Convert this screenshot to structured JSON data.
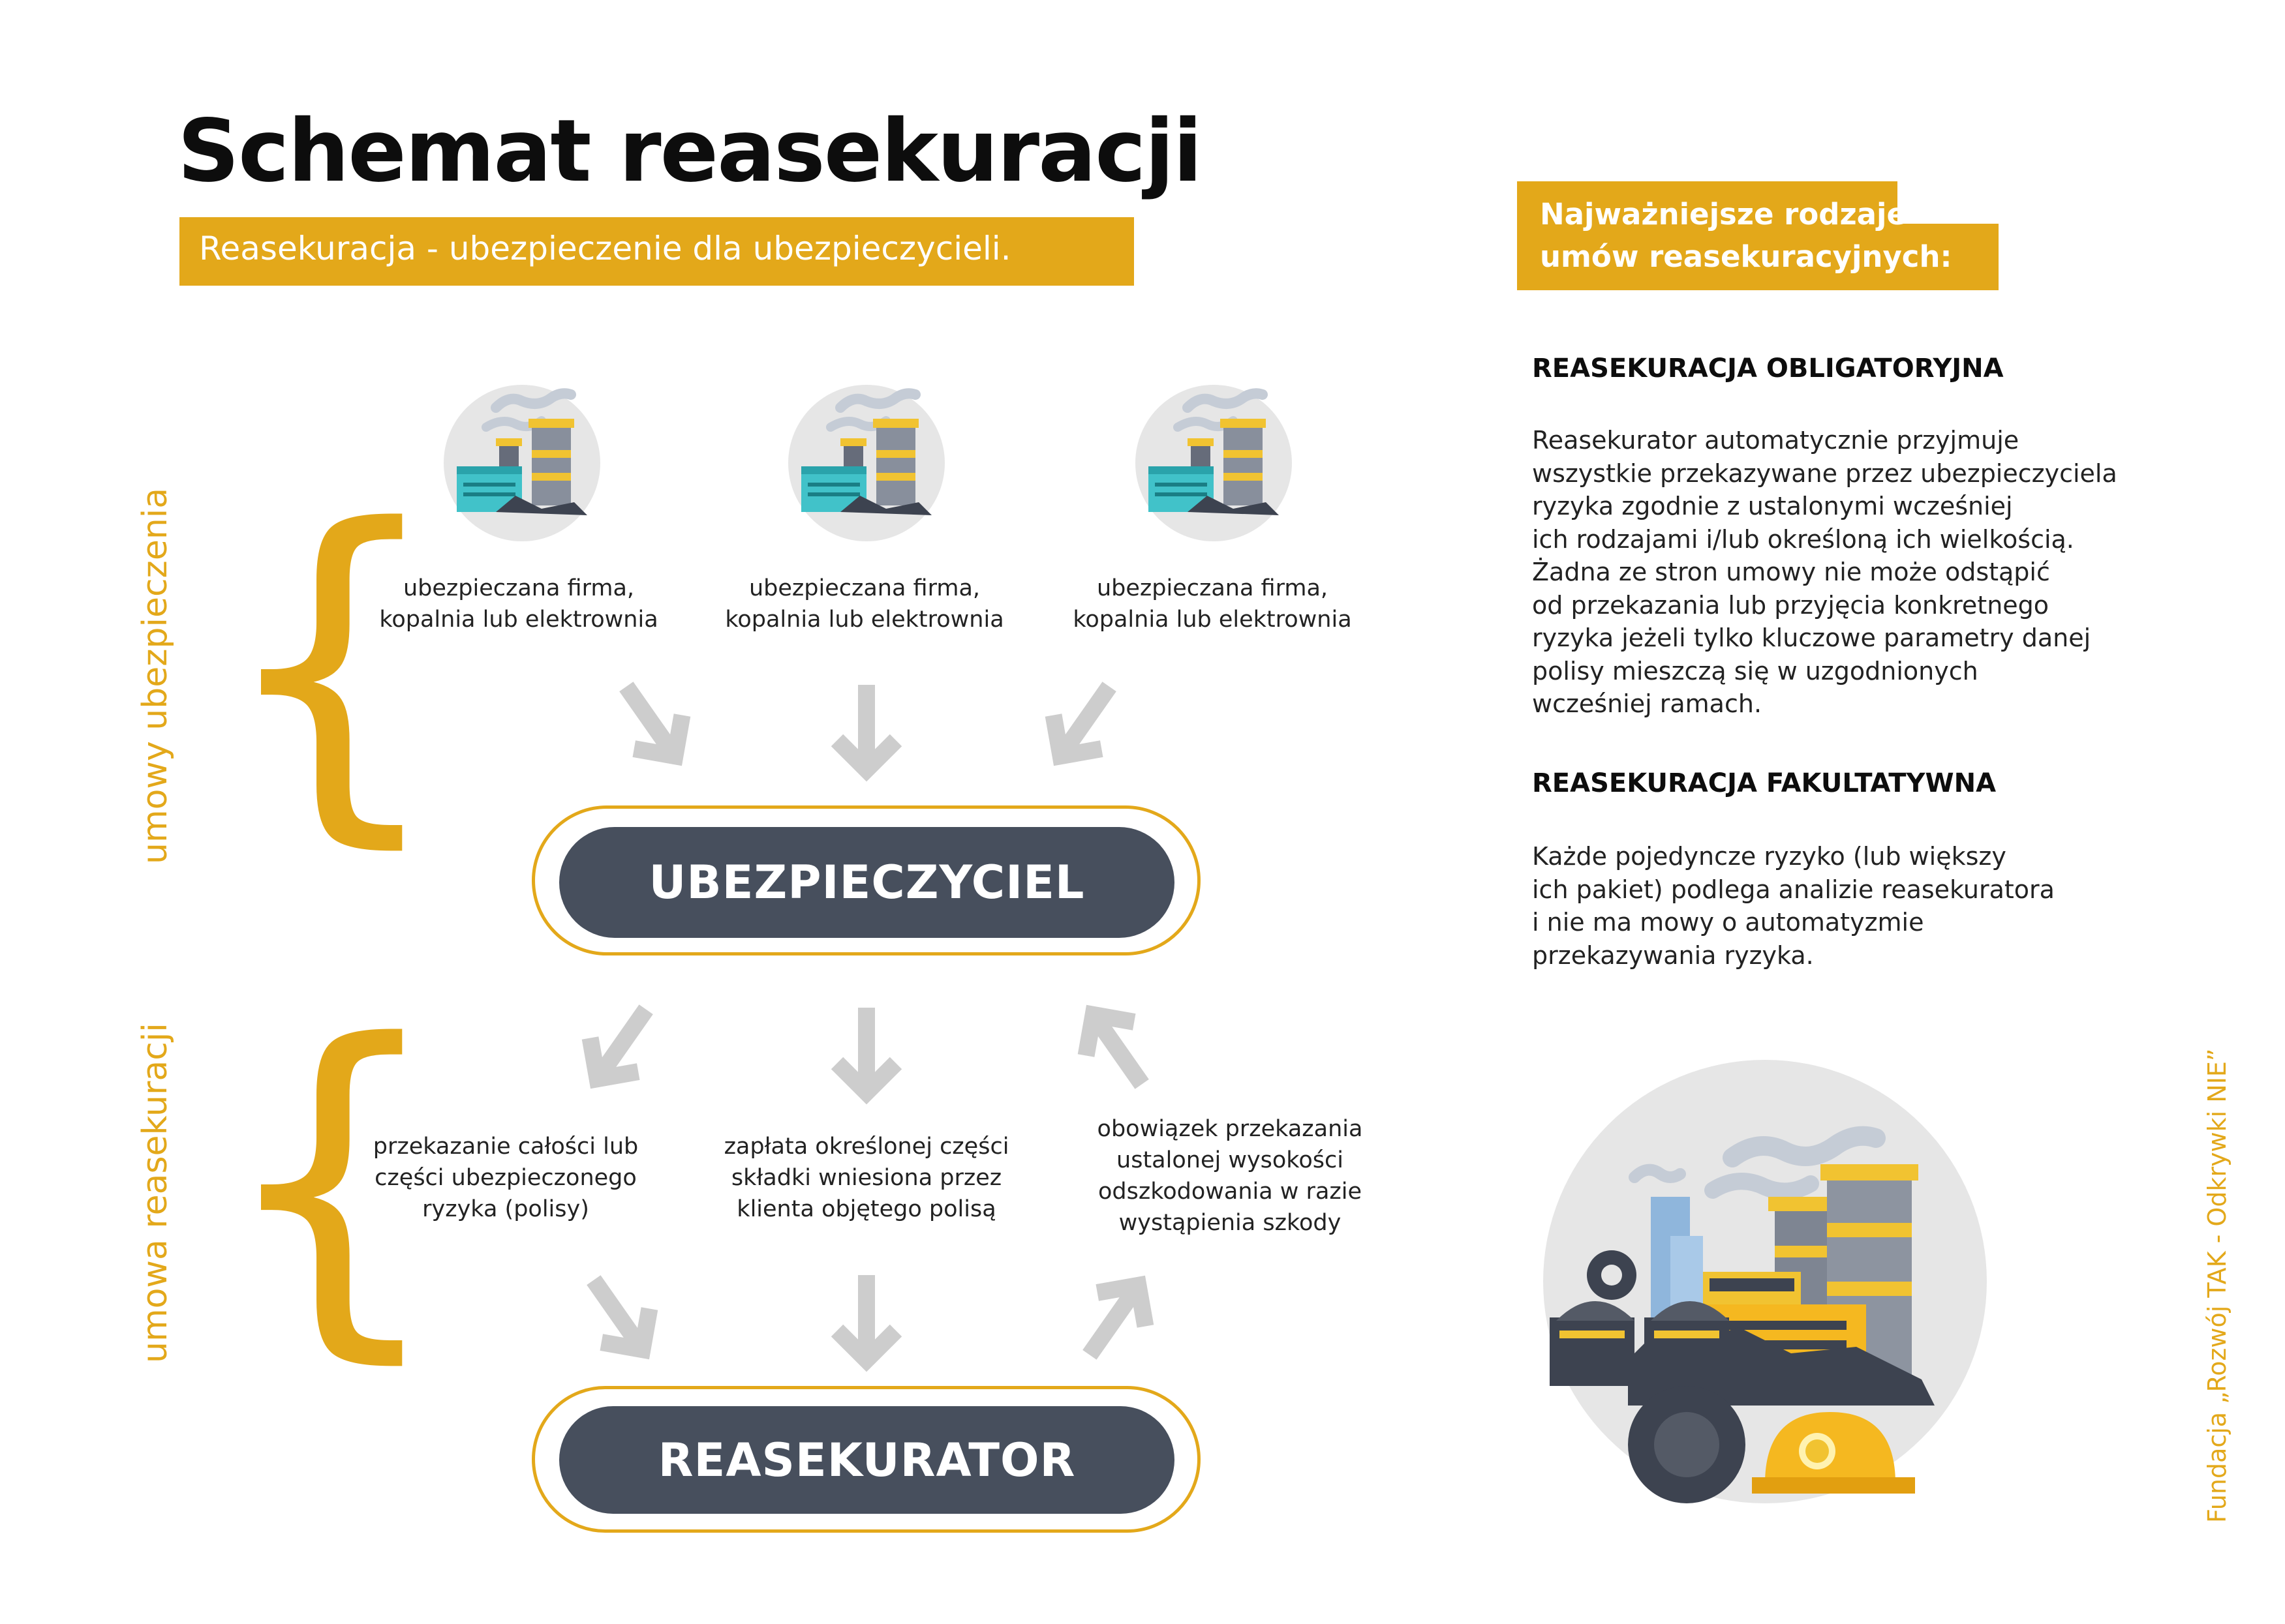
{
  "header": {
    "title": "Schemat reasekuracji",
    "subtitle": "Reasekuracja - ubezpieczenie dla ubezpieczycieli."
  },
  "side_panel": {
    "header_line1": "Najważniejsze rodzaje",
    "header_line2": "umów reasekuracyjnych:",
    "sections": [
      {
        "heading": "REASEKURACJA OBLIGATORYJNA",
        "lines": [
          "Reasekurator automatycznie przyjmuje",
          "wszystkie przekazywane przez ubezpieczyciela",
          "ryzyka zgodnie z ustalonymi wcześniej",
          "ich rodzajami i/lub określoną ich wielkością.",
          "Żadna ze stron umowy nie może odstąpić",
          "od przekazania lub przyjęcia konkretnego",
          "ryzyka jeżeli tylko kluczowe parametry danej",
          "polisy mieszczą się w uzgodnionych",
          "wcześniej ramach."
        ]
      },
      {
        "heading": "REASEKURACJA FAKULTATYWNA",
        "lines": [
          "Każde pojedyncze ryzyko (lub większy",
          "ich pakiet) podlega analizie reasekuratora",
          "i nie ma mowy o automatyzmie",
          "przekazywania ryzyka."
        ]
      }
    ]
  },
  "diagram": {
    "group_labels": {
      "insurance_contracts": "umowy ubezpieczenia",
      "reinsurance_contract": "umowa reasekuracji"
    },
    "companies": [
      {
        "line1": "ubezpieczana firma,",
        "line2": "kopalnia lub elektrownia"
      },
      {
        "line1": "ubezpieczana firma,",
        "line2": "kopalnia lub elektrownia"
      },
      {
        "line1": "ubezpieczana firma,",
        "line2": "kopalnia lub elektrownia"
      }
    ],
    "insurer_label": "UBEZPIECZYCIEL",
    "reinsurer_label": "REASEKURATOR",
    "flows": [
      {
        "lines": [
          "przekazanie całości lub",
          "części ubezpieczonego",
          "ryzyka (polisy)"
        ]
      },
      {
        "lines": [
          "zapłata określonej części",
          "składki wniesiona przez",
          "klienta objętego polisą"
        ]
      },
      {
        "lines": [
          "obowiązek przekazania",
          "ustalonej wysokości",
          "odszkodowania w razie",
          "wystąpienia szkody"
        ]
      }
    ]
  },
  "footer": {
    "credit": "Fundacja „Rozwój TAK - Odkrywki NIE”"
  },
  "colors": {
    "accent": "#e3a81a",
    "pill": "#474f5d",
    "arrow": "#cdcdcd",
    "icon_circle": "#e6e6e6"
  }
}
